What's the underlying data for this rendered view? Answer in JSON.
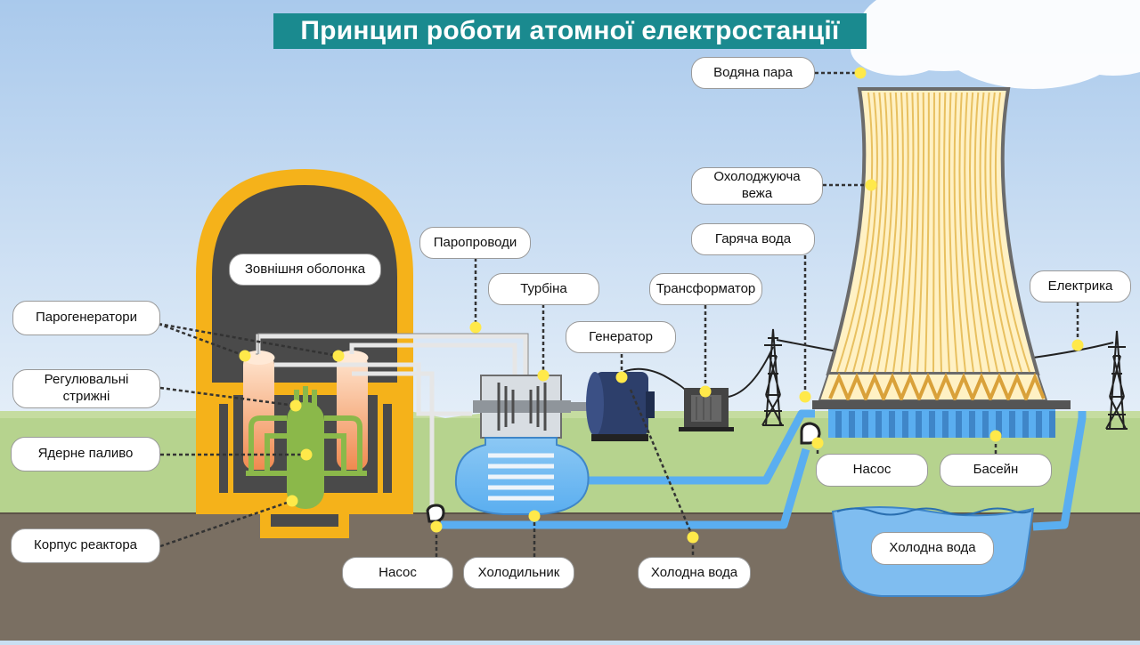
{
  "title": "Принцип роботи атомної електростанції",
  "labels": {
    "outer_shell": "Зовнішня оболонка",
    "steam_generators": "Парогенератори",
    "control_rods_line1": "Регулювальні",
    "control_rods_line2": "стрижні",
    "nuclear_fuel": "Ядерне паливо",
    "reactor_vessel": "Корпус реактора",
    "steam_lines": "Паропроводи",
    "turbine": "Турбіна",
    "generator": "Генератор",
    "transformer": "Трансформатор",
    "water_vapor": "Водяна пара",
    "cooling_tower_line1": "Охолоджуюча",
    "cooling_tower_line2": "вежа",
    "hot_water": "Гаряча вода",
    "electricity": "Електрика",
    "pump_tower": "Насос",
    "basin": "Басейн",
    "cold_water_basin": "Холодна вода",
    "pump_main": "Насос",
    "condenser": "Холодильник",
    "cold_water": "Холодна вода"
  },
  "colors": {
    "sky": "#c9dff2",
    "ground": "#7a6f62",
    "grass": "#bcd89a",
    "containment": "#f5b21a",
    "containment_inner": "#4a4a4a",
    "tower": "#fff1c4",
    "water": "#5aaef0",
    "title_bg": "#1a8a8f",
    "marker": "#ffe94a"
  }
}
